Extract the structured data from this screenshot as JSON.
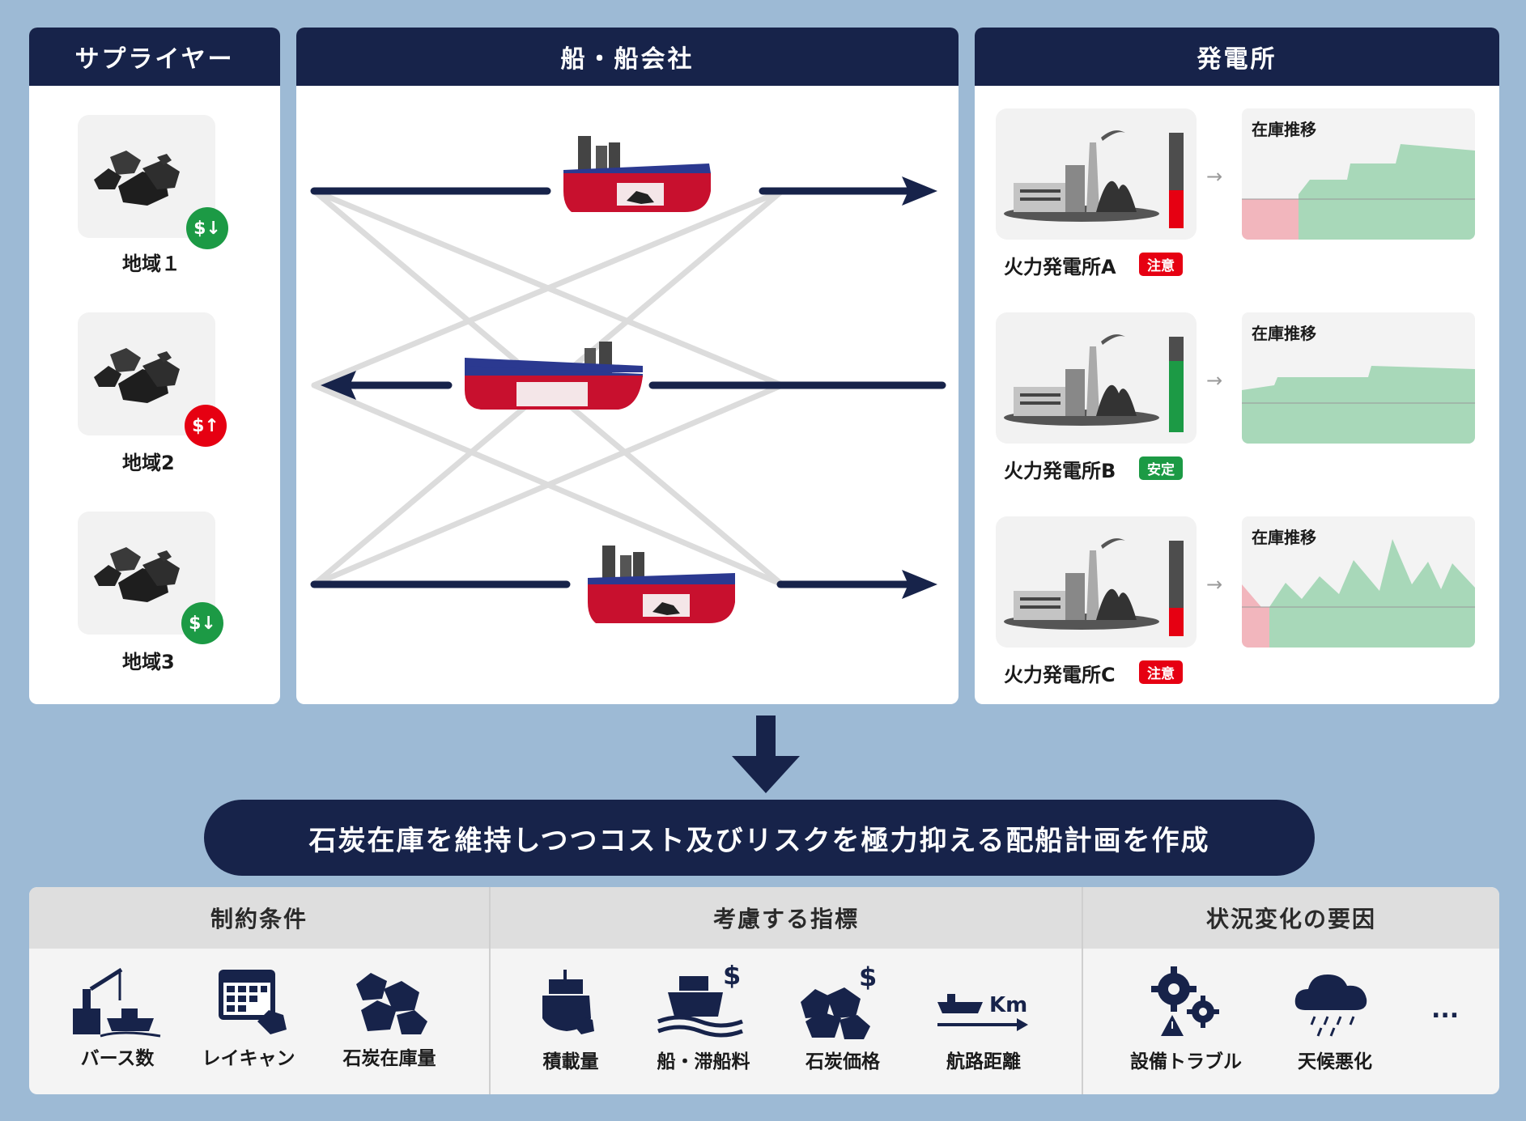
{
  "colors": {
    "navy": "#17234a",
    "red": "#e60012",
    "green": "#1c9a45",
    "ship_red": "#c8102e",
    "ship_blue": "#2b3990",
    "chart_green": "#a8d8b9",
    "chart_pink": "#f2b6bd"
  },
  "supplier": {
    "header": "サプライヤー",
    "regions": [
      {
        "label": "地域１",
        "badge": "$↓",
        "badge_color": "#1c9a45"
      },
      {
        "label": "地域2",
        "badge": "$↑",
        "badge_color": "#e60012"
      },
      {
        "label": "地域3",
        "badge": "$↓",
        "badge_color": "#1c9a45"
      }
    ]
  },
  "ships": {
    "header": "船・船会社"
  },
  "plants": {
    "header": "発電所",
    "items": [
      {
        "label": "火力発電所A",
        "status": "注意",
        "status_color": "#e60012",
        "level": 0.4,
        "level_color": "#e60012",
        "chart_title": "在庫推移"
      },
      {
        "label": "火力発電所B",
        "status": "安定",
        "status_color": "#1c9a45",
        "level": 0.75,
        "level_color": "#1c9a45",
        "chart_title": "在庫推移"
      },
      {
        "label": "火力発電所C",
        "status": "注意",
        "status_color": "#e60012",
        "level": 0.3,
        "level_color": "#e60012",
        "chart_title": "在庫推移"
      }
    ]
  },
  "banner": "石炭在庫を維持しつつコスト及びリスクを極力抑える配船計画を作成",
  "bottom": {
    "constraints": {
      "title": "制約条件",
      "items": [
        "バース数",
        "レイキャン",
        "石炭在庫量"
      ]
    },
    "indicators": {
      "title": "考慮する指標",
      "items": [
        "積載量",
        "船・滞船料",
        "石炭価格",
        "航路距離"
      ]
    },
    "factors": {
      "title": "状況変化の要因",
      "items": [
        "設備トラブル",
        "天候悪化"
      ],
      "more": "..."
    }
  },
  "icons": {
    "dollar": "$",
    "km": "Km"
  }
}
